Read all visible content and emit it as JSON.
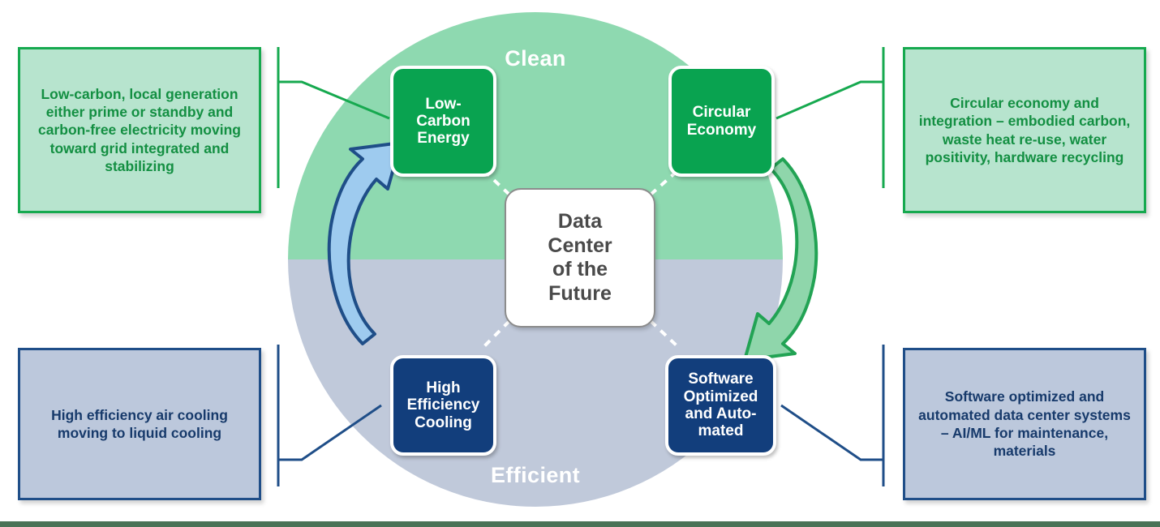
{
  "diagram": {
    "center": {
      "label": "Data Center of the Future",
      "lines": [
        "Data",
        "Center",
        "of the",
        "Future"
      ]
    },
    "halves": {
      "top_label": "Clean",
      "bottom_label": "Efficient",
      "top_color": "#8ed9b0",
      "bottom_color": "#c0c9da"
    },
    "nodes": [
      {
        "id": "low-carbon-energy",
        "label": "Low-Carbon Energy",
        "lines": [
          "Low-",
          "Carbon",
          "Energy"
        ],
        "color": "#09a350",
        "position": "top-left"
      },
      {
        "id": "circular-economy",
        "label": "Circular Economy",
        "lines": [
          "Circular",
          "Economy"
        ],
        "color": "#09a350",
        "position": "top-right"
      },
      {
        "id": "high-efficiency-cooling",
        "label": "High Efficiency Cooling",
        "lines": [
          "High",
          "Efficiency",
          "Cooling"
        ],
        "color": "#123e7c",
        "position": "bottom-left"
      },
      {
        "id": "software-optimized",
        "label": "Software Optimized and Automated",
        "lines": [
          "Software",
          "Optimized",
          "and Auto-",
          "mated"
        ],
        "color": "#123e7c",
        "position": "bottom-right"
      }
    ],
    "callouts": [
      {
        "id": "callout-low-carbon",
        "text": "Low-carbon, local generation either prime or standby and carbon-free electricity moving toward grid integrated and stabilizing",
        "theme": "green",
        "position": "top-left"
      },
      {
        "id": "callout-circular",
        "text": "Circular economy and integration – embodied carbon, waste heat re-use, water positivity, hardware recycling",
        "theme": "green",
        "position": "top-right"
      },
      {
        "id": "callout-cooling",
        "text": "High efficiency air cooling moving to liquid cooling",
        "theme": "navy",
        "position": "bottom-left"
      },
      {
        "id": "callout-software",
        "text": "Software optimized and automated data center systems – AI/ML for maintenance, materials",
        "theme": "navy",
        "position": "bottom-right"
      }
    ],
    "arrows": [
      {
        "id": "left-arrow-upward",
        "direction": "upward",
        "fill": "#9ecbef",
        "stroke": "#1f4e88"
      },
      {
        "id": "right-arrow-downward",
        "direction": "downward",
        "fill": "#8fd6ab",
        "stroke": "#22a354"
      }
    ],
    "colors": {
      "green_accent": "#09a350",
      "navy_accent": "#123e7c",
      "green_light": "#b7e4ce",
      "navy_light": "#bcc8dc",
      "bottom_bar": "#4a7256"
    }
  }
}
